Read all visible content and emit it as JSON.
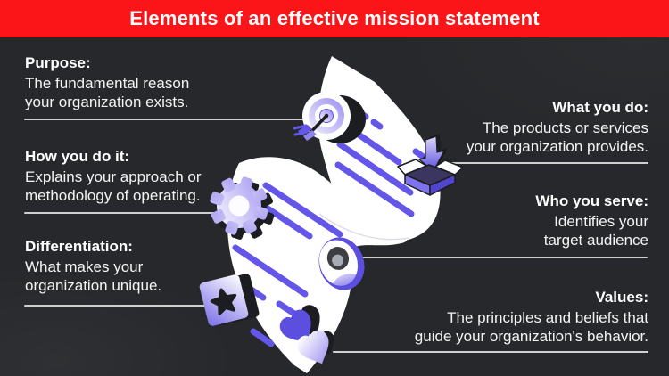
{
  "header": {
    "title": "Elements of an effective mission statement",
    "banner_color": "#fb1418"
  },
  "theme": {
    "background": "#26282b",
    "text_color": "#ffffff",
    "accent_purple": "#6456e8",
    "connector_color": "#cfcfcf"
  },
  "blocks": [
    {
      "id": "purpose",
      "side": "left",
      "title": "Purpose:",
      "lines": [
        "The fundamental reason",
        "your organization exists."
      ]
    },
    {
      "id": "how-you-do-it",
      "side": "left",
      "title": "How you do it:",
      "lines": [
        "Explains your approach or",
        "methodology of operating."
      ]
    },
    {
      "id": "differentiation",
      "side": "left",
      "title": "Differentiation:",
      "lines": [
        "What makes your",
        "organization unique."
      ]
    },
    {
      "id": "what-you-do",
      "side": "right",
      "title": "What you do:",
      "lines": [
        "The products or services",
        "your organization provides."
      ]
    },
    {
      "id": "who-you-serve",
      "side": "right",
      "title": "Who you serve:",
      "lines": [
        "Identifies your",
        "target audience"
      ]
    },
    {
      "id": "values",
      "side": "right",
      "title": "Values:",
      "lines": [
        "The principles and beliefs that",
        "guide your organization's behavior."
      ]
    }
  ],
  "illustration": {
    "description": "Zigzag white scroll with purple text lines",
    "icons": [
      "target-icon",
      "gear-icon",
      "box-arrow-icon",
      "avatar-icon",
      "star-badge-icon",
      "hearts-icon"
    ]
  }
}
